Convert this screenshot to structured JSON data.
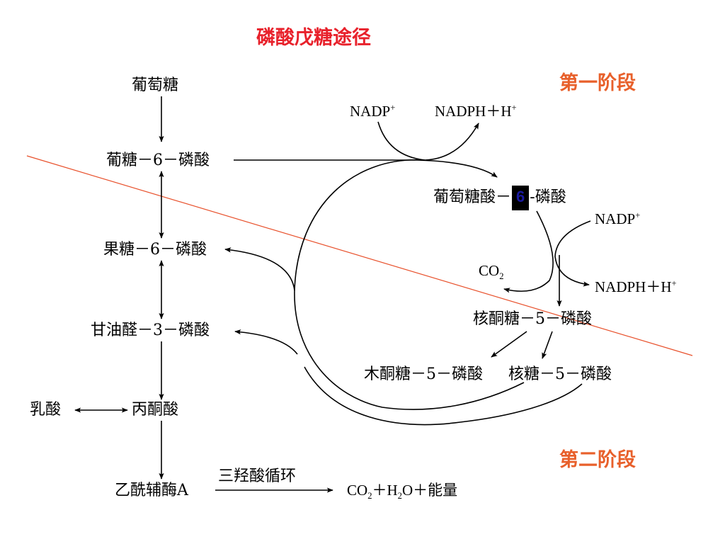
{
  "title": "磷酸戊糖途径",
  "colors": {
    "title": "#e8212b",
    "stage": "#e8602b",
    "divider": "#e8502b",
    "highlight_bg": "#000000",
    "highlight_text": "#1a1aa0"
  },
  "stages": {
    "first": "第一阶段",
    "second": "第二阶段"
  },
  "nodes": {
    "glucose": "葡萄糖",
    "g6p": "葡糖－6－磷酸",
    "f6p": "果糖－6－磷酸",
    "g3p": "甘油醛－3－磷酸",
    "lactate": "乳酸",
    "pyruvate": "丙酮酸",
    "acetyl_coa": "乙酰辅酶A",
    "gluconate6p_pre": "葡萄糖酸－",
    "gluconate6p_num": "6",
    "gluconate6p_post": "-磷酸",
    "ru5p": "核酮糖－5－磷酸",
    "xu5p": "木酮糖－5－磷酸",
    "r5p": "核糖－5－磷酸"
  },
  "cofactors": {
    "nadp": "NADP",
    "nadp_sup": "+",
    "nadph": "NADPH＋H",
    "nadph_sup": "+",
    "co2": "CO",
    "co2_sub": "2"
  },
  "tca": {
    "label": "三羟酸循环",
    "p_co": "CO",
    "p_sub1": "2",
    "p_h2o_a": "＋H",
    "p_sub2": "2",
    "p_rest": "O＋能量"
  }
}
